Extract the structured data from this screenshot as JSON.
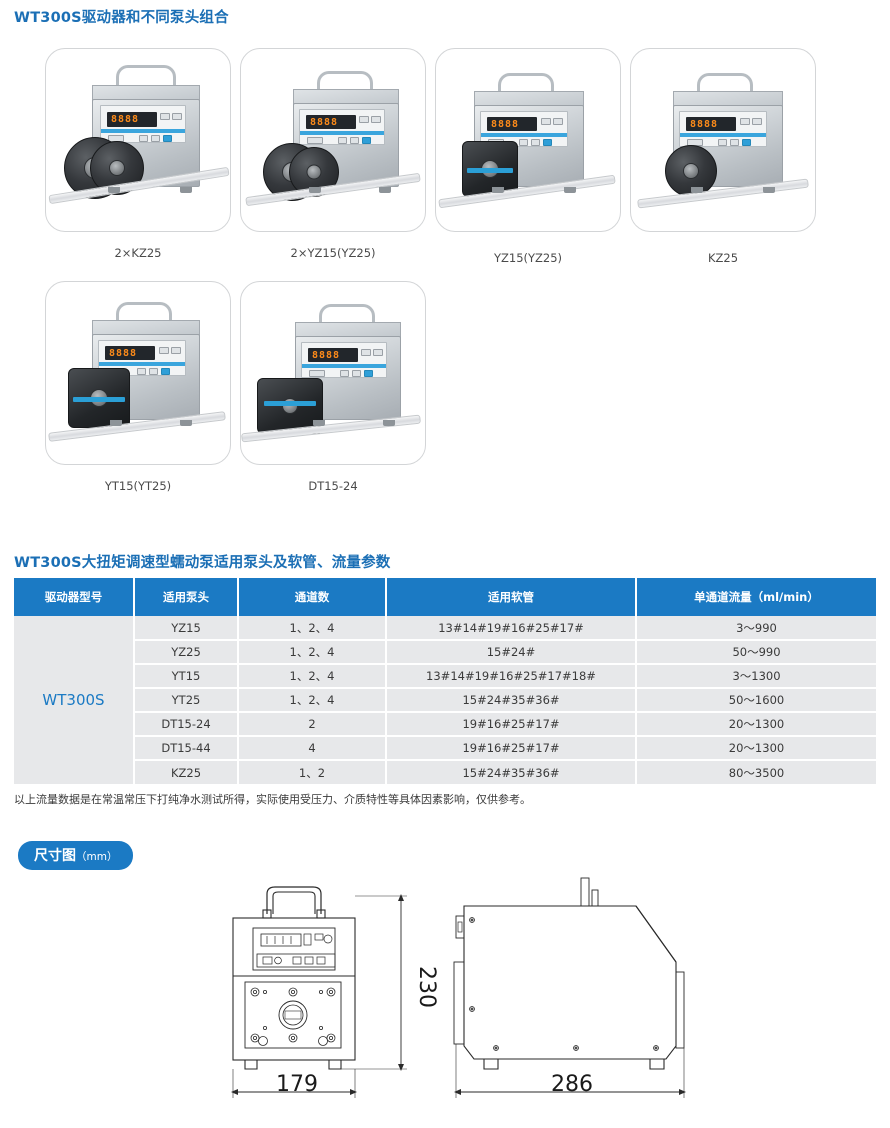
{
  "headings": {
    "main_title": "WT300S驱动器和不同泵头组合",
    "table_title": "WT300S大扭矩调速型蠕动泵适用泵头及软管、流量参数",
    "dimension_badge": "尺寸图",
    "dimension_unit": "（mm）"
  },
  "products": [
    {
      "caption": "2×KZ25"
    },
    {
      "caption": "2×YZ15(YZ25)"
    },
    {
      "caption": "YZ15(YZ25)"
    },
    {
      "caption": "KZ25"
    },
    {
      "caption": "YT15(YT25)"
    },
    {
      "caption": "DT15-24"
    }
  ],
  "spec_table": {
    "headers": [
      "驱动器型号",
      "适用泵头",
      "通道数",
      "适用软管",
      "单通道流量（ml/min）"
    ],
    "driver_model": "WT300S",
    "rows": [
      {
        "pump_head": "YZ15",
        "channels": "1、2、4",
        "tubing": "13#14#19#16#25#17#",
        "flow": "3～990"
      },
      {
        "pump_head": "YZ25",
        "channels": "1、2、4",
        "tubing": "15#24#",
        "flow": "50～990"
      },
      {
        "pump_head": "YT15",
        "channels": "1、2、4",
        "tubing": "13#14#19#16#25#17#18#",
        "flow": "3～1300"
      },
      {
        "pump_head": "YT25",
        "channels": "1、2、4",
        "tubing": "15#24#35#36#",
        "flow": "50～1600"
      },
      {
        "pump_head": "DT15-24",
        "channels": "2",
        "tubing": "19#16#25#17#",
        "flow": "20～1300"
      },
      {
        "pump_head": "DT15-44",
        "channels": "4",
        "tubing": "19#16#25#17#",
        "flow": "20～1300"
      },
      {
        "pump_head": "KZ25",
        "channels": "1、2",
        "tubing": "15#24#35#36#",
        "flow": "80～3500"
      }
    ],
    "note": "以上流量数据是在常温常压下打纯净水测试所得，实际使用受压力、介质特性等具体因素影响，仅供参考。"
  },
  "dimensions": {
    "front_height": "230",
    "front_width": "179",
    "side_width": "286"
  },
  "pump_display": {
    "digits": "8888"
  },
  "colors": {
    "brand_blue": "#1b7ac4",
    "title_blue": "#1b6fb5",
    "table_row_bg": "#e7e8ea",
    "led_orange": "#ff8c1a"
  }
}
